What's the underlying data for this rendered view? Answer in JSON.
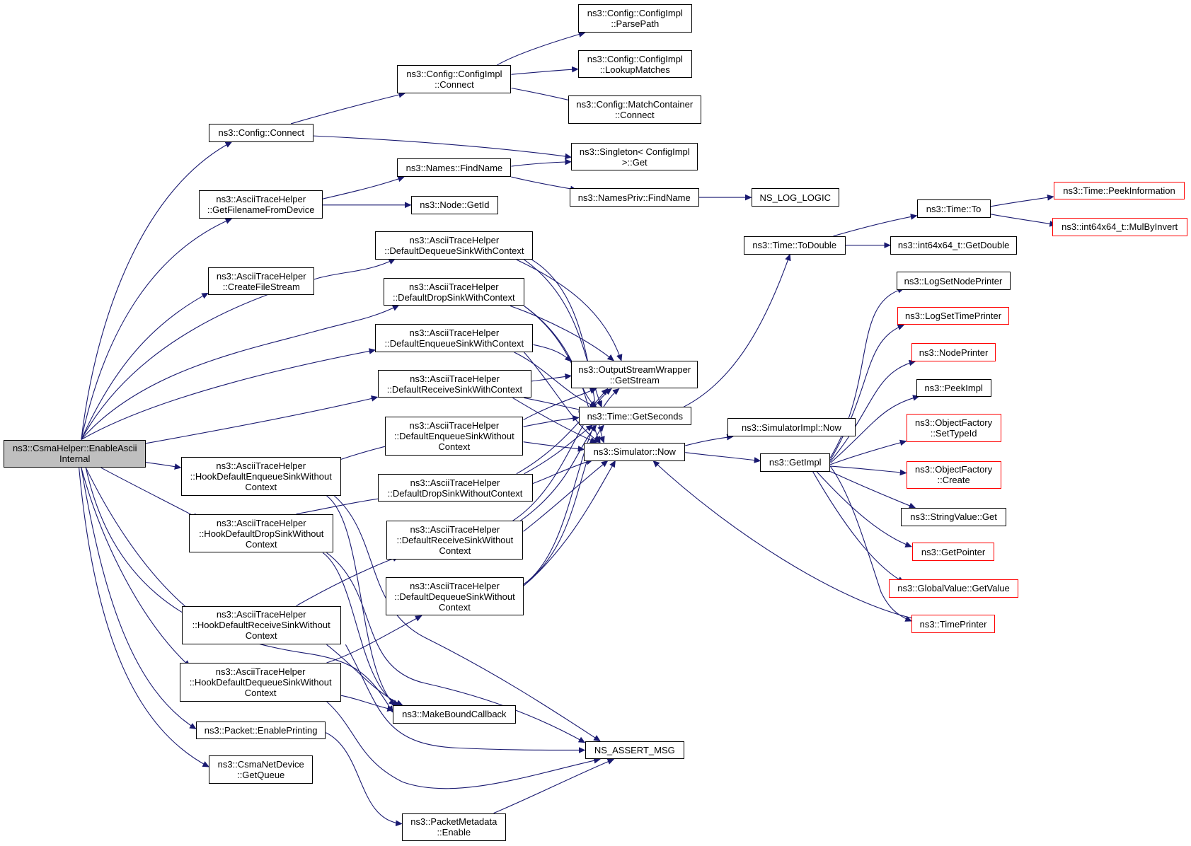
{
  "diagram": {
    "edge_color": "#191970",
    "root_fill": "#bfbfbf",
    "truncated_border": "#ff0000",
    "nodes": [
      {
        "id": "root",
        "lines": [
          "ns3::CsmaHelper::EnableAscii",
          "Internal"
        ],
        "root": true
      },
      {
        "id": "config-connect",
        "lines": [
          "ns3::Config::Connect"
        ]
      },
      {
        "id": "configimpl-connect",
        "lines": [
          "ns3::Config::ConfigImpl",
          "::Connect"
        ]
      },
      {
        "id": "configimpl-parsepath",
        "lines": [
          "ns3::Config::ConfigImpl",
          "::ParsePath"
        ]
      },
      {
        "id": "configimpl-lookupmatches",
        "lines": [
          "ns3::Config::ConfigImpl",
          "::LookupMatches"
        ]
      },
      {
        "id": "matchcontainer-connect",
        "lines": [
          "ns3::Config::MatchContainer",
          "::Connect"
        ]
      },
      {
        "id": "singleton-get",
        "lines": [
          "ns3::Singleton< ConfigImpl",
          " >::Get"
        ]
      },
      {
        "id": "getfilename",
        "lines": [
          "ns3::AsciiTraceHelper",
          "::GetFilenameFromDevice"
        ]
      },
      {
        "id": "names-findname",
        "lines": [
          "ns3::Names::FindName"
        ]
      },
      {
        "id": "namespriv-findname",
        "lines": [
          "ns3::NamesPriv::FindName"
        ]
      },
      {
        "id": "ns-log-logic",
        "lines": [
          "NS_LOG_LOGIC"
        ]
      },
      {
        "id": "node-getid",
        "lines": [
          "ns3::Node::GetId"
        ]
      },
      {
        "id": "createfilestream",
        "lines": [
          "ns3::AsciiTraceHelper",
          "::CreateFileStream"
        ]
      },
      {
        "id": "dequeue-ctx",
        "lines": [
          "ns3::AsciiTraceHelper",
          "::DefaultDequeueSinkWithContext"
        ]
      },
      {
        "id": "drop-ctx",
        "lines": [
          "ns3::AsciiTraceHelper",
          "::DefaultDropSinkWithContext"
        ]
      },
      {
        "id": "enqueue-ctx",
        "lines": [
          "ns3::AsciiTraceHelper",
          "::DefaultEnqueueSinkWithContext"
        ]
      },
      {
        "id": "receive-ctx",
        "lines": [
          "ns3::AsciiTraceHelper",
          "::DefaultReceiveSinkWithContext"
        ]
      },
      {
        "id": "enqueue-noctx",
        "lines": [
          "ns3::AsciiTraceHelper",
          "::DefaultEnqueueSinkWithout",
          "Context"
        ]
      },
      {
        "id": "drop-noctx",
        "lines": [
          "ns3::AsciiTraceHelper",
          "::DefaultDropSinkWithoutContext"
        ]
      },
      {
        "id": "receive-noctx",
        "lines": [
          "ns3::AsciiTraceHelper",
          "::DefaultReceiveSinkWithout",
          "Context"
        ]
      },
      {
        "id": "dequeue-noctx",
        "lines": [
          "ns3::AsciiTraceHelper",
          "::DefaultDequeueSinkWithout",
          "Context"
        ]
      },
      {
        "id": "hook-enqueue",
        "lines": [
          "ns3::AsciiTraceHelper",
          "::HookDefaultEnqueueSinkWithout",
          "Context"
        ]
      },
      {
        "id": "hook-drop",
        "lines": [
          "ns3::AsciiTraceHelper",
          "::HookDefaultDropSinkWithout",
          "Context"
        ]
      },
      {
        "id": "hook-receive",
        "lines": [
          "ns3::AsciiTraceHelper",
          "::HookDefaultReceiveSinkWithout",
          "Context"
        ]
      },
      {
        "id": "hook-dequeue",
        "lines": [
          "ns3::AsciiTraceHelper",
          "::HookDefaultDequeueSinkWithout",
          "Context"
        ]
      },
      {
        "id": "packet-enableprinting",
        "lines": [
          "ns3::Packet::EnablePrinting"
        ]
      },
      {
        "id": "csmanetdevice-getqueue",
        "lines": [
          "ns3::CsmaNetDevice",
          "::GetQueue"
        ]
      },
      {
        "id": "packetmetadata-enable",
        "lines": [
          "ns3::PacketMetadata",
          "::Enable"
        ]
      },
      {
        "id": "makeboundcallback",
        "lines": [
          "ns3::MakeBoundCallback"
        ]
      },
      {
        "id": "ns-assert-msg",
        "lines": [
          "NS_ASSERT_MSG"
        ]
      },
      {
        "id": "outputstreamwrapper-getstream",
        "lines": [
          "ns3::OutputStreamWrapper",
          "::GetStream"
        ]
      },
      {
        "id": "time-getseconds",
        "lines": [
          "ns3::Time::GetSeconds"
        ]
      },
      {
        "id": "simulator-now",
        "lines": [
          "ns3::Simulator::Now"
        ]
      },
      {
        "id": "simulatorimpl-now",
        "lines": [
          "ns3::SimulatorImpl::Now"
        ]
      },
      {
        "id": "getimpl",
        "lines": [
          "ns3::GetImpl"
        ]
      },
      {
        "id": "time-todouble",
        "lines": [
          "ns3::Time::ToDouble"
        ]
      },
      {
        "id": "time-to",
        "lines": [
          "ns3::Time::To"
        ]
      },
      {
        "id": "int64x64-getdouble",
        "lines": [
          "ns3::int64x64_t::GetDouble"
        ]
      },
      {
        "id": "time-peekinformation",
        "lines": [
          "ns3::Time::PeekInformation"
        ],
        "truncated": true
      },
      {
        "id": "int64x64-mulbyinvert",
        "lines": [
          "ns3::int64x64_t::MulByInvert"
        ],
        "truncated": true
      },
      {
        "id": "logsetnodeprinter",
        "lines": [
          "ns3::LogSetNodePrinter"
        ]
      },
      {
        "id": "logsettimeprinter",
        "lines": [
          "ns3::LogSetTimePrinter"
        ],
        "truncated": true
      },
      {
        "id": "nodeprinter",
        "lines": [
          "ns3::NodePrinter"
        ],
        "truncated": true
      },
      {
        "id": "peekimpl",
        "lines": [
          "ns3::PeekImpl"
        ]
      },
      {
        "id": "objectfactory-settypeid",
        "lines": [
          "ns3::ObjectFactory",
          "::SetTypeId"
        ],
        "truncated": true
      },
      {
        "id": "objectfactory-create",
        "lines": [
          "ns3::ObjectFactory",
          "::Create"
        ],
        "truncated": true
      },
      {
        "id": "stringvalue-get",
        "lines": [
          "ns3::StringValue::Get"
        ]
      },
      {
        "id": "getpointer",
        "lines": [
          "ns3::GetPointer"
        ],
        "truncated": true
      },
      {
        "id": "globalvalue-getvalue",
        "lines": [
          "ns3::GlobalValue::GetValue"
        ],
        "truncated": true
      },
      {
        "id": "timeprinter",
        "lines": [
          "ns3::TimePrinter"
        ],
        "truncated": true
      }
    ]
  }
}
